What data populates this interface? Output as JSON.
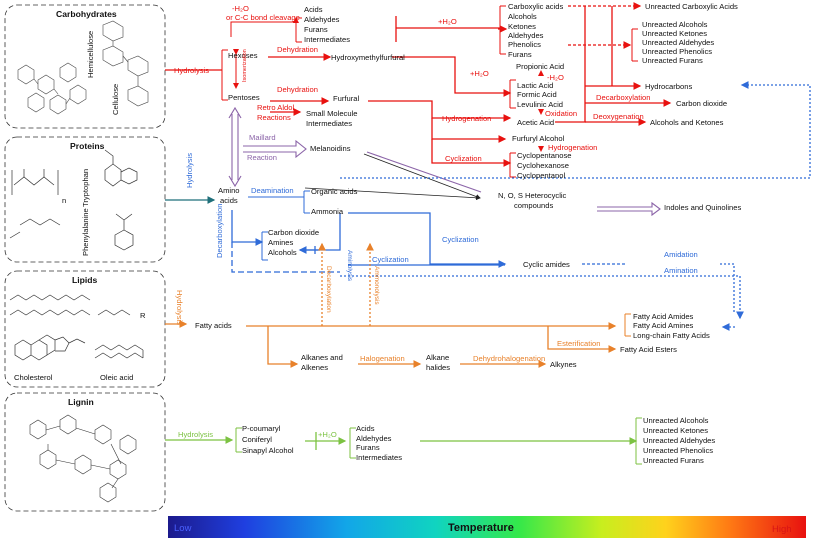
{
  "sources": {
    "carbohydrates": {
      "title": "Carbohydrates",
      "hemicellulose": "Hemicellulose",
      "cellulose": "Cellulose"
    },
    "proteins": {
      "title": "Proteins",
      "tryptophan": "Tryptophan",
      "phenylalanine": "Phenylalanine",
      "n": "n"
    },
    "lipids": {
      "title": "Lipids",
      "cholesterol": "Cholesterol",
      "oleic_acid": "Oleic acid",
      "r": "R"
    },
    "lignin": {
      "title": "Lignin"
    }
  },
  "carb": {
    "hydrolysis": "Hydrolysis",
    "hexoses": "Hexoses",
    "pentoses": "Pentoses",
    "isomerization": "Isomerization",
    "h2o_cleavage_1": "-H₂O",
    "h2o_cleavage_2": "or C-C bond cleavage",
    "products1": [
      "Acids",
      "Aldehydes",
      "Furans",
      "Intermediates"
    ],
    "plus_h2o_1": "+H₂O",
    "products2": [
      "Carboxylic acids",
      "Alcohols",
      "Ketones",
      "Aldehydes",
      "Phenolics",
      "Furans"
    ],
    "unreacted_carboxylic": "Unreacted Carboxylic Acids",
    "unreacted_list": [
      "Unreacted Alcohols",
      "Unreacted Ketones",
      "Unreacted Aldehydes",
      "Unreacted Phenolics",
      "Unreacted Furans"
    ],
    "dehydration_1": "Dehydration",
    "hmf": "Hydroxymethylfurfural",
    "plus_h2o_2": "+H₂O",
    "propionic": "Propionic Acid",
    "minus_h2o": "-H₂O",
    "acids_mid": [
      "Lactic Acid",
      "Formic Acid",
      "Levulinic Acid"
    ],
    "oxidation": "Oxidation",
    "acetic": "Acetic Acid",
    "hydrocarbons": "Hydrocarbons",
    "decarboxylation": "Decarboxylation",
    "co2": "Carbon dioxide",
    "deoxygenation": "Deoxygenation",
    "alcohols_ketones": "Alcohols and Ketones",
    "dehydration_2": "Dehydration",
    "furfural": "Furfural",
    "retro_aldol_1": "Retro Aldol",
    "retro_aldol_2": "Reactions",
    "small_molecule_1": "Small Molecule",
    "small_molecule_2": "Intermediates",
    "hydrogenation_1": "Hydrogenation",
    "furfuryl_alcohol": "Furfuryl Alcohol",
    "hydrogenation_2": "Hydrogenation",
    "cyclization": "Cyclization",
    "cyclics": [
      "Cyclopentanose",
      "Cyclohexanose",
      "Cyclopentanol"
    ],
    "maillard_1": "Maillard",
    "maillard_2": "Reaction",
    "melanoidins": "Melanoidins",
    "nos_1": "N, O, S Heterocyclic",
    "nos_2": "compounds",
    "indoles": "Indoles and Quinolines"
  },
  "prot": {
    "hydrolysis": "Hydrolysis",
    "amino_1": "Amino",
    "amino_2": "acids",
    "deamination": "Deamination",
    "organic_acids": "Organic acids",
    "ammonia": "Ammonia",
    "decarboxylation": "Decarboxylation",
    "co2_list": [
      "Carbon dioxide",
      "Amines",
      "Alcohols"
    ],
    "aminolysis": "Aminolysis",
    "cyclization_1": "Cyclization",
    "cyclization_2": "Cyclization",
    "cyclic_amides": "Cyclic amides",
    "amidation": "Amidation",
    "amination": "Amination"
  },
  "lip": {
    "hydrolysis": "Hydrolysis",
    "fatty_acids": "Fatty acids",
    "decarboxylation": "Decarboxylation",
    "ammonolysis": "Ammonolysis",
    "fatty_products": [
      "Fatty Acid Amides",
      "Fatty Acid Amines",
      "Long-chain Fatty Acids"
    ],
    "esterification": "Esterification",
    "esters": "Fatty Acid Esters",
    "alkanes_1": "Alkanes and",
    "alkanes_2": "Alkenes",
    "halogenation": "Halogenation",
    "alkane_halides_1": "Alkane",
    "alkane_halides_2": "halides",
    "dehydrohalogenation": "Dehydrohalogenation",
    "alkynes": "Alkynes"
  },
  "lig": {
    "hydrolysis": "Hydrolysis",
    "monomers": [
      "P-coumaryl",
      "Coniferyl",
      "Sinapyl Alcohol"
    ],
    "plus_h2o": "+H₂O",
    "products": [
      "Acids",
      "Aldehydes",
      "Furans",
      "Intermediates"
    ],
    "unreacted": [
      "Unreacted Alcohols",
      "Unreacted Ketones",
      "Unreacted Aldehydes",
      "Unreacted Phenolics",
      "Unreacted Furans"
    ]
  },
  "scale": {
    "low": "Low",
    "label": "Temperature",
    "high": "High"
  },
  "colors": {
    "carb": "#e8110f",
    "protein": "#2f6bd8",
    "lipid": "#e8812a",
    "lignin": "#7cc242",
    "maillard": "#8b64a8",
    "text": "#111111"
  }
}
